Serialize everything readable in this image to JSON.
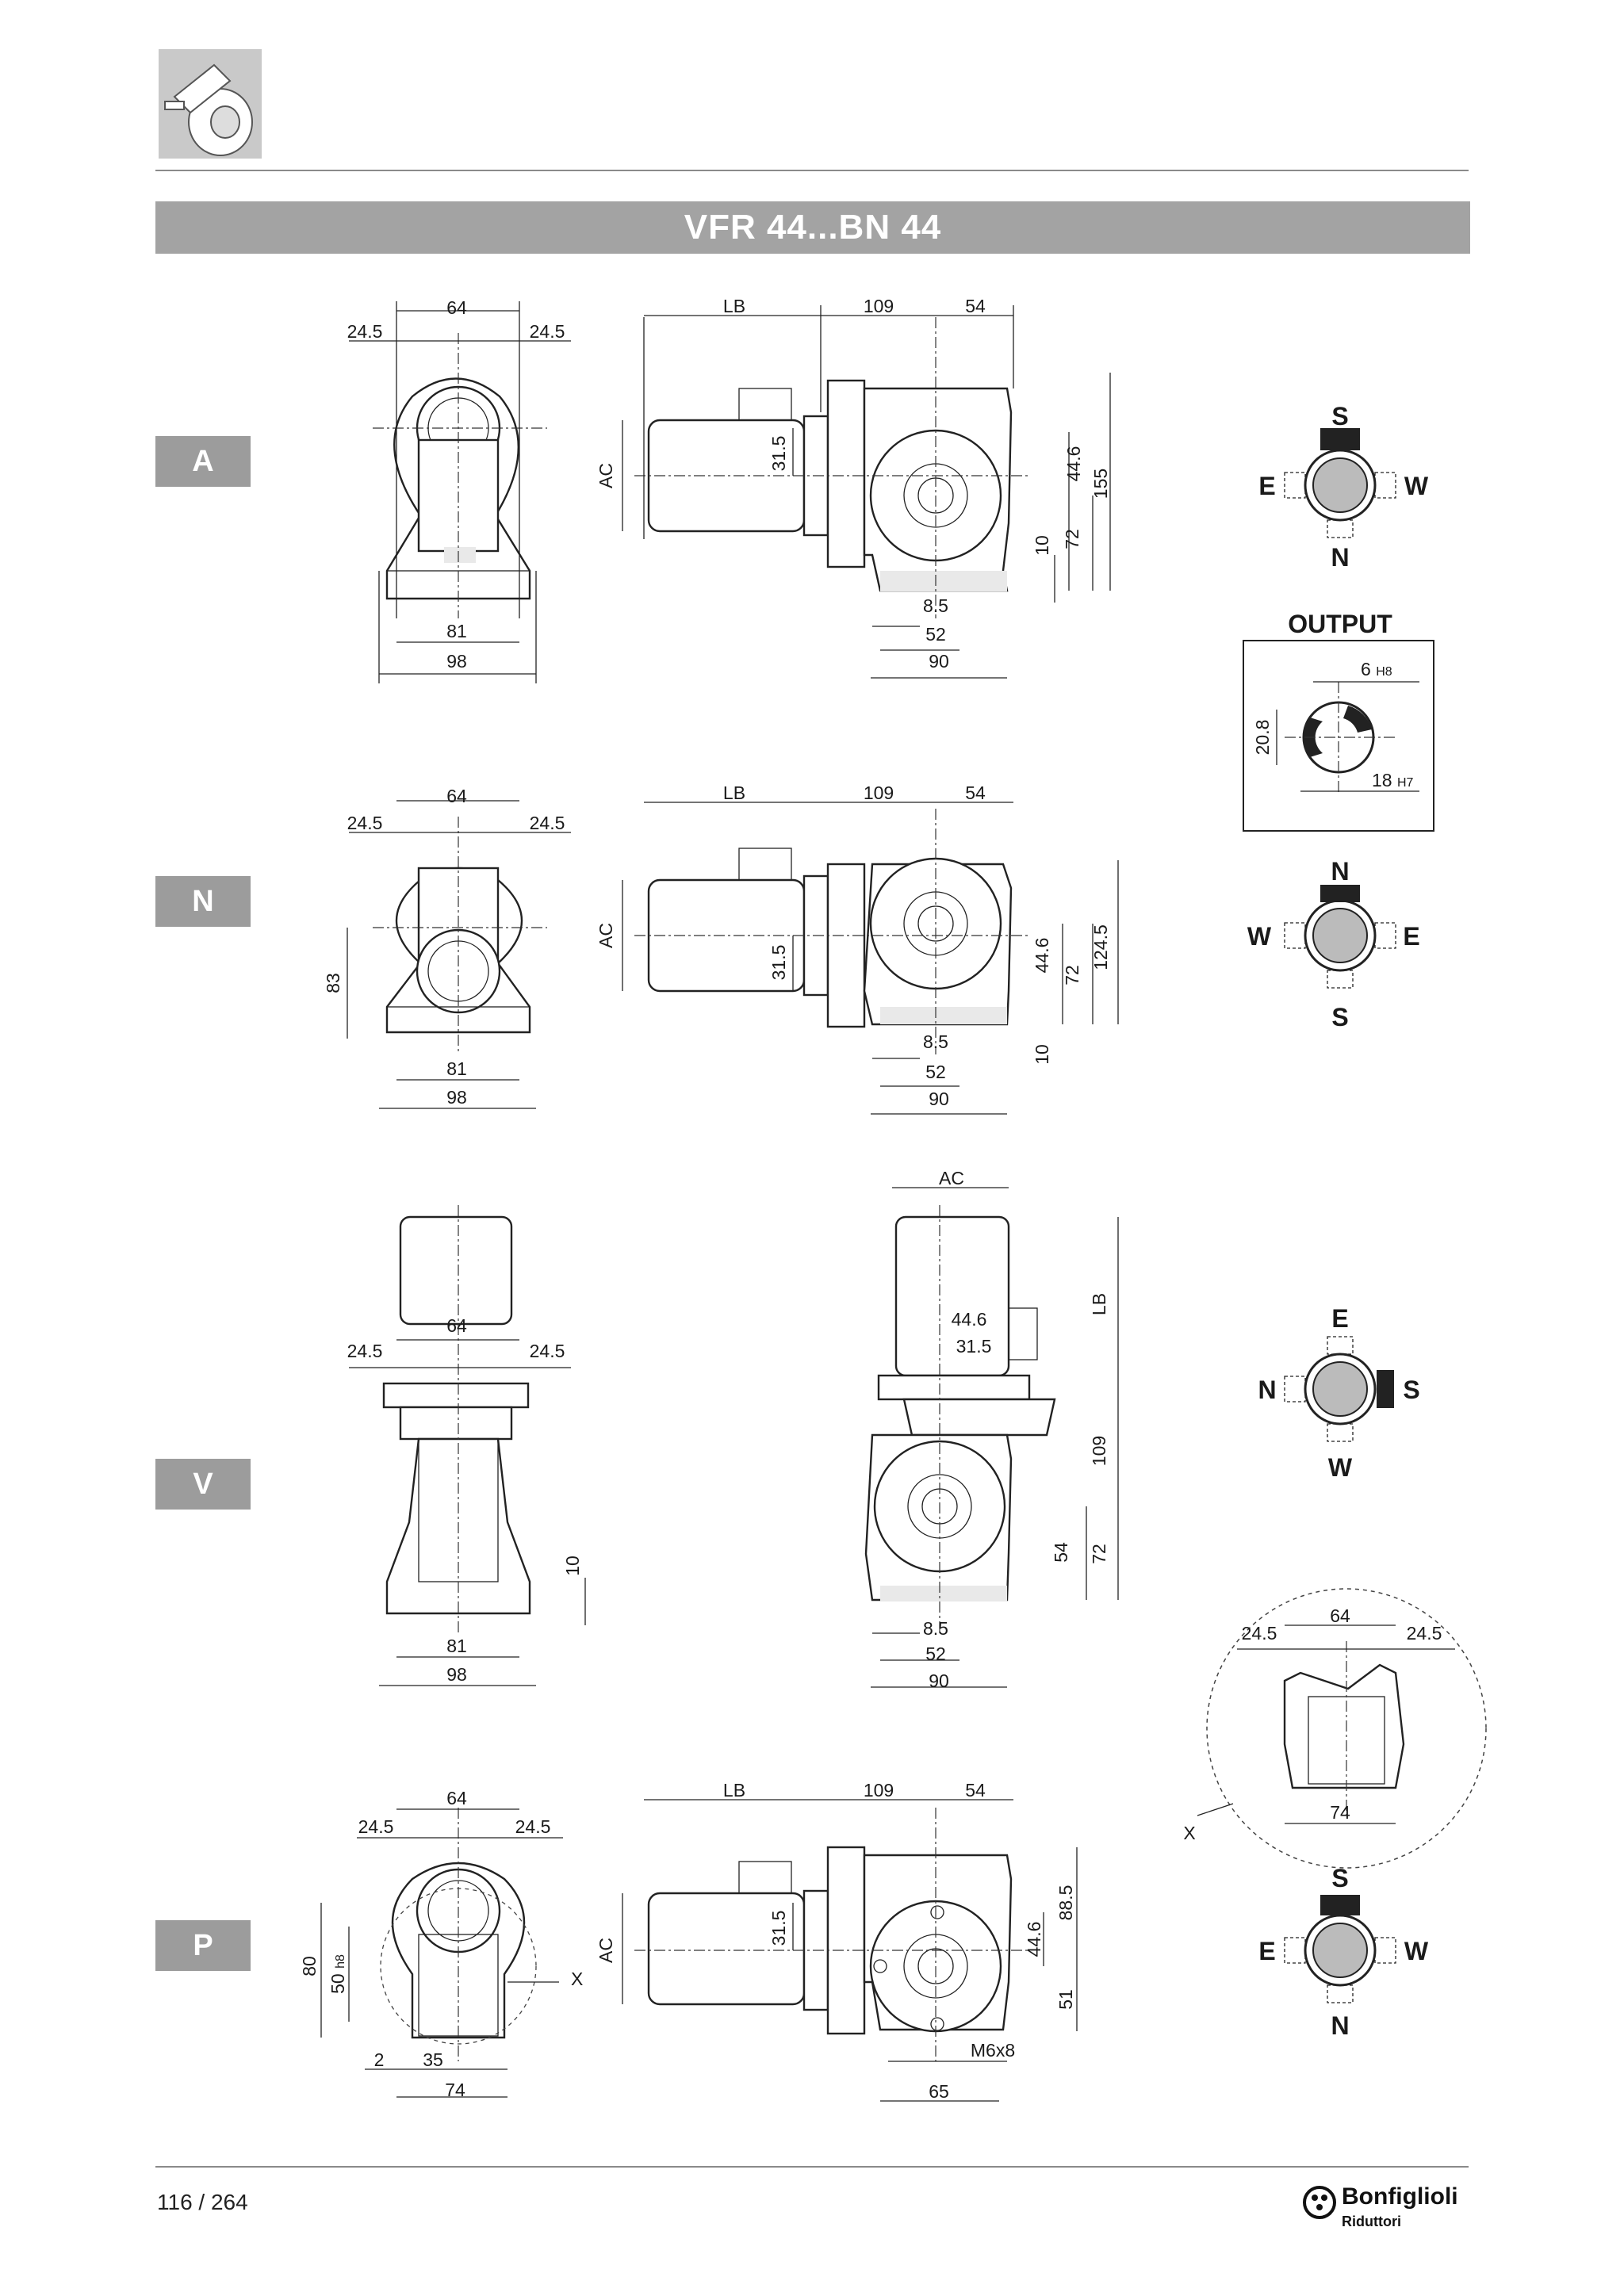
{
  "header": {
    "title": "VFR 44...BN 44"
  },
  "mountings": {
    "a": "A",
    "n": "N",
    "v": "V",
    "p": "P"
  },
  "dimensions": {
    "v_24_5": "24.5",
    "v_64": "64",
    "v_81": "81",
    "v_98": "98",
    "lb": "LB",
    "v_109": "109",
    "v_54": "54",
    "ac": "AC",
    "v_31_5": "31.5",
    "v_44_6": "44.6",
    "v_155": "155",
    "v_10": "10",
    "v_72": "72",
    "v_8_5": "8.5",
    "v_52": "52",
    "v_90": "90",
    "v_83": "83",
    "v_124_5": "124.5",
    "v_80": "80",
    "v_50h8": "50",
    "h8": "h8",
    "v_2": "2",
    "v_35": "35",
    "v_74": "74",
    "v_88_5": "88.5",
    "v_51": "51",
    "m6x8": "M6x8",
    "v_65": "65",
    "x": "X"
  },
  "output": {
    "title": "OUTPUT",
    "v_6": "6",
    "h8": "H8",
    "v_20_8": "20.8",
    "v_18": "18",
    "h7": "H7"
  },
  "compass": {
    "s": "S",
    "e": "E",
    "w": "W",
    "n": "N"
  },
  "footer": {
    "page": "116 / 264",
    "brand": "Bonfiglioli",
    "brand_sub": "Riduttori"
  },
  "colors": {
    "title_bar": "#a3a3a3",
    "badge": "#9c9c9c",
    "line": "#222222"
  }
}
